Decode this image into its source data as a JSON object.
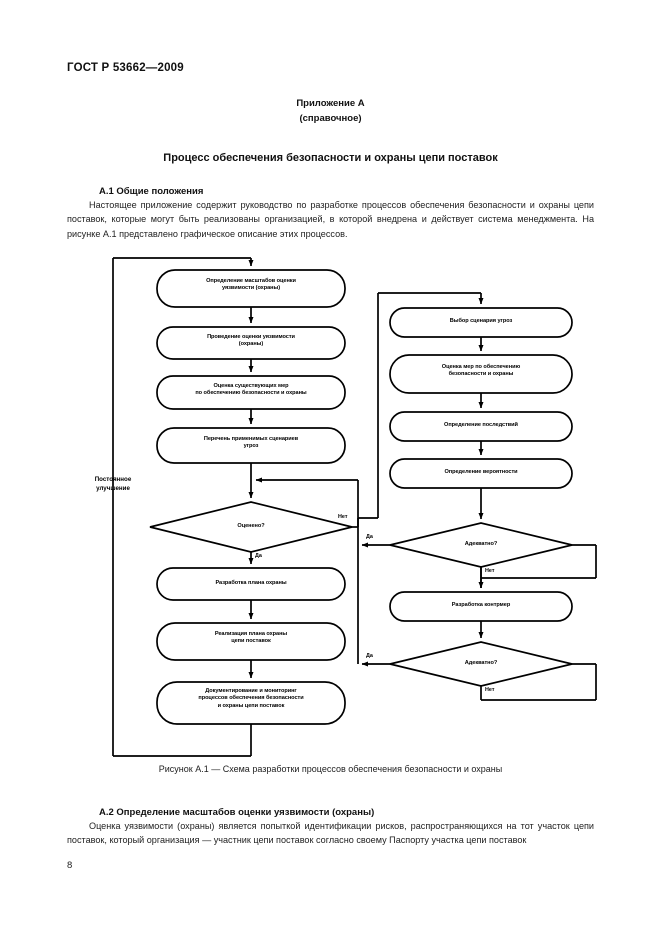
{
  "header": {
    "standard": "ГОСТ Р 53662—2009",
    "annex": "Приложение А",
    "annex_note": "(справочное)",
    "title": "Процесс обеспечения безопасности и охраны цепи поставок"
  },
  "sections": {
    "a1_heading": "А.1  Общие положения",
    "a1_text": "Настоящее приложение содержит руководство по разработке процессов обеспечения безопасности и охраны цепи поставок, которые могут быть реализованы организацией, в которой внедрена и действует система менеджмента. На рисунке А.1 представлено графическое описание этих процессов.",
    "a2_heading": "А.2  Определение масштабов оценки уязвимости (охраны)",
    "a2_text": "Оценка уязвимости (охраны) является попыткой идентификации рисков, распространяющихся на тот участок цепи поставок, который организация — участник цепи поставок согласно своему Паспорту участка цепи поставок"
  },
  "figure": {
    "caption": "Рисунок А.1 —  Схема разработки процессов обеспечения безопасности и охраны",
    "side_label": "Постоянное\nулучшение",
    "side_label_line1": "Постоянное",
    "side_label_line2": "улучшение",
    "left_column": [
      {
        "id": "scope",
        "line1": "Определение масштабов оценки",
        "line2": "уязвимости (охраны)"
      },
      {
        "id": "conduct",
        "line1": "Проведение оценки уязвимости",
        "line2": "(охраны)"
      },
      {
        "id": "existing",
        "line1": "Оценка существующих мер",
        "line2": "по обеспечению безопасности и охраны"
      },
      {
        "id": "scenarios",
        "line1": "Перечень применимых сценариев",
        "line2": "угроз"
      },
      {
        "id": "plan",
        "line1": "Разработка плана охраны",
        "line2": ""
      },
      {
        "id": "implement",
        "line1": "Реализация плана охраны",
        "line2": "цепи поставок"
      },
      {
        "id": "document",
        "line1": "Документирование и мониторинг",
        "line2": "процессов обеспечения безопасности",
        "line3": "и охраны цепи поставок"
      }
    ],
    "right_column": [
      {
        "id": "select",
        "line1": "Выбор сценария угроз",
        "line2": ""
      },
      {
        "id": "assess",
        "line1": "Оценка мер по обеспечению",
        "line2": "безопасности и охраны"
      },
      {
        "id": "consequence",
        "line1": "Определение последствий",
        "line2": ""
      },
      {
        "id": "probability",
        "line1": "Определение вероятности",
        "line2": ""
      },
      {
        "id": "counter",
        "line1": "Разработка контрмер",
        "line2": ""
      }
    ],
    "decisions": [
      {
        "id": "evaluated",
        "label": "Оценено?",
        "yes": "Да",
        "no": "Нет"
      },
      {
        "id": "adequate1",
        "label": "Адекватно?",
        "yes": "Да",
        "no": "Нет"
      },
      {
        "id": "adequate2",
        "label": "Адекватно?",
        "yes": "Да",
        "no": "Нет"
      }
    ]
  },
  "footer": {
    "page_number": "8"
  },
  "colors": {
    "ink": "#000000",
    "paper": "#ffffff",
    "text": "#222222"
  }
}
